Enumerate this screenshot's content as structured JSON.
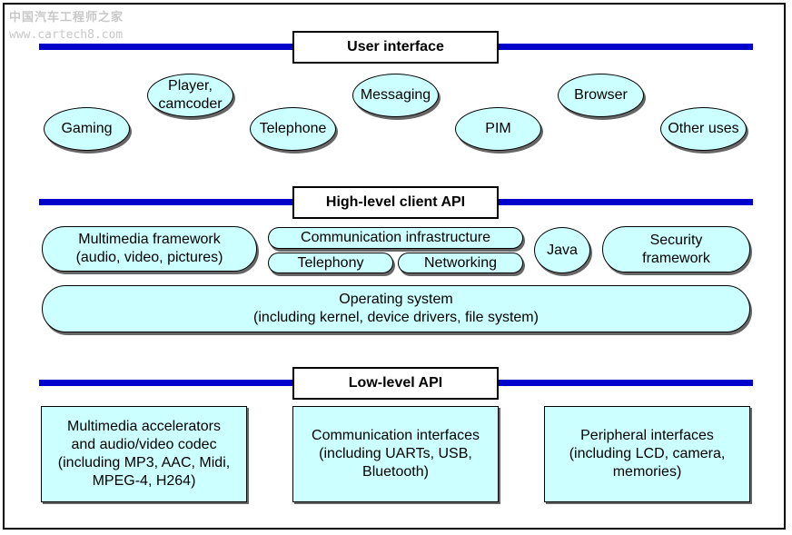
{
  "watermark": {
    "title": "中国汽车工程师之家",
    "url": "www.cartech8.com"
  },
  "layers": {
    "user_interface": "User interface",
    "high_level_api": "High-level client API",
    "low_level_api": "Low-level API"
  },
  "uses": {
    "gaming": "Gaming",
    "player": "Player,\ncamcoder",
    "telephone": "Telephone",
    "messaging": "Messaging",
    "pim": "PIM",
    "browser": "Browser",
    "other": "Other uses"
  },
  "client": {
    "multimedia": "Multimedia framework\n(audio, video, pictures)",
    "communication": "Communication infrastructure",
    "telephony": "Telephony",
    "networking": "Networking",
    "java": "Java",
    "security": "Security\nframework",
    "os": "Operating system\n(including kernel, device drivers, file system)"
  },
  "lowlevel": {
    "multimedia_accel": "Multimedia accelerators\nand audio/video codec\n(including MP3, AAC, Midi,\nMPEG-4, H264)",
    "comm_interfaces": "Communication interfaces\n(including UARTs, USB,\nBluetooth)",
    "peripheral": "Peripheral interfaces\n(including LCD, camera,\nmemories)"
  },
  "colors": {
    "bar": "#0000cc",
    "fill": "#ccffff",
    "border": "#000000"
  }
}
